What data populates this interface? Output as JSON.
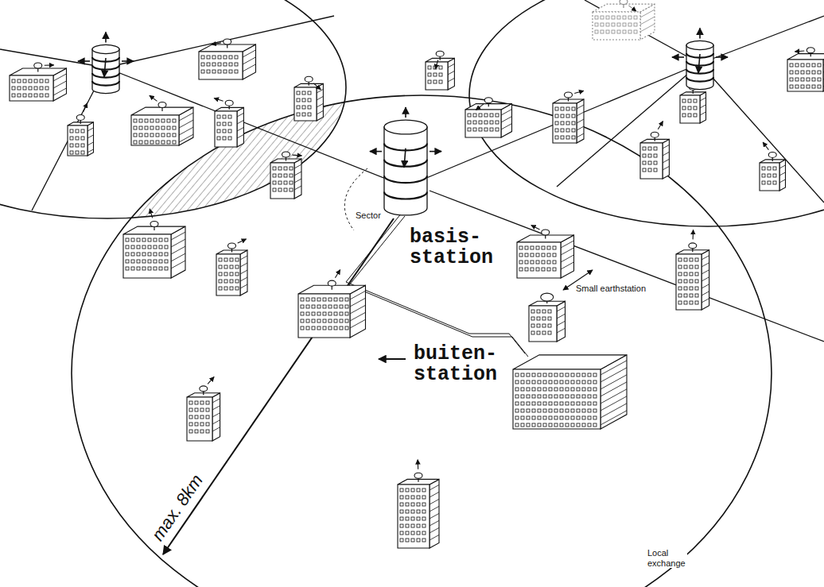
{
  "diagram": {
    "labels": [
      "Sector",
      "basis- station",
      "Small earthstation",
      "buiten- station",
      "max. 8km",
      "Local exchange"
    ]
  }
}
